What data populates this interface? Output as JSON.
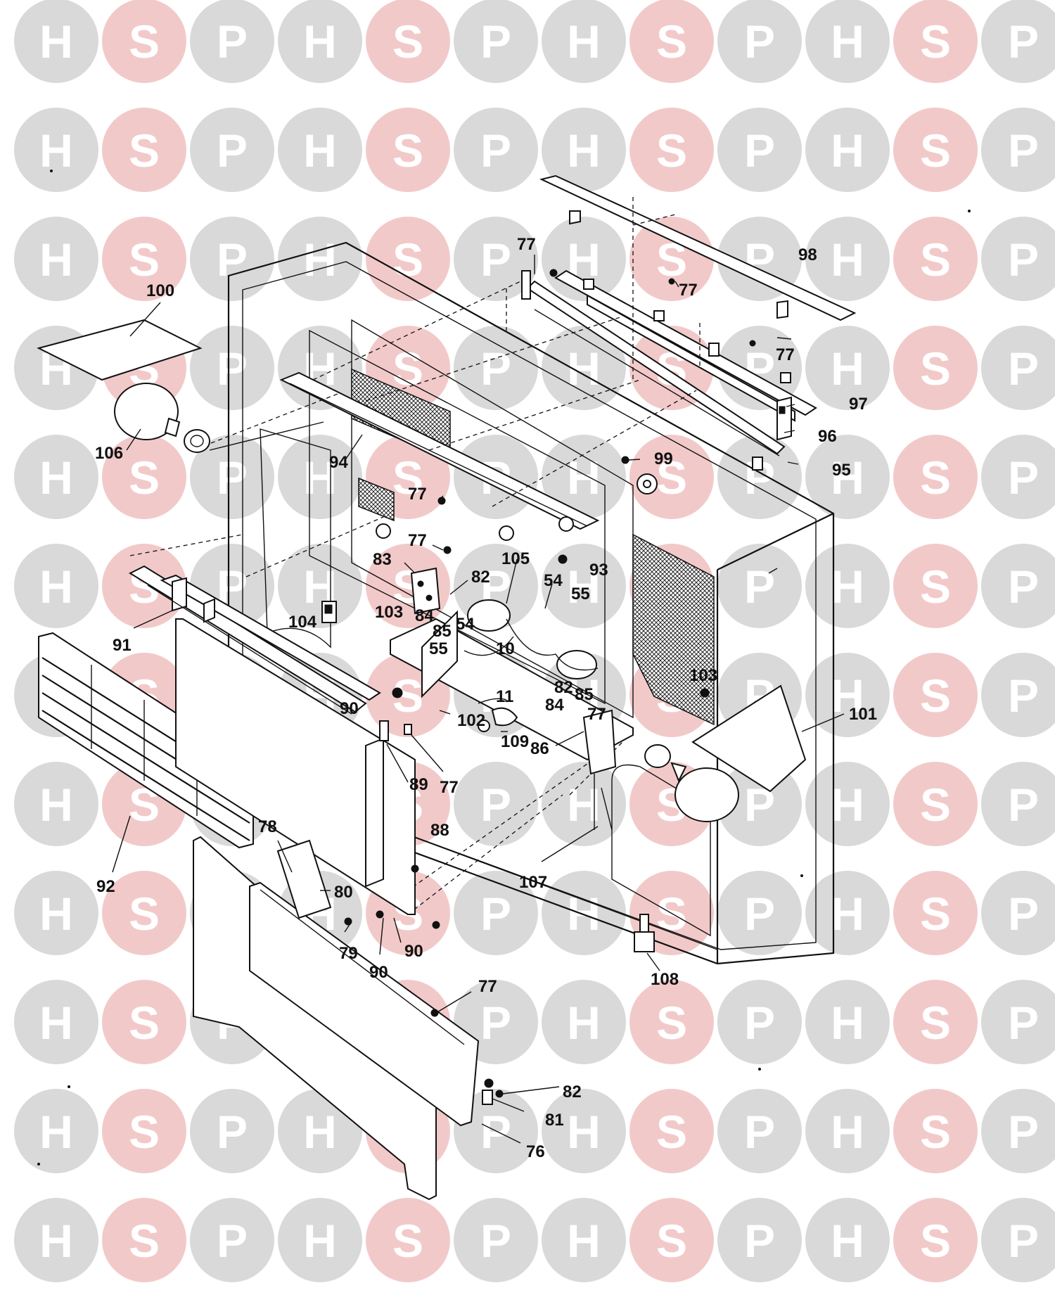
{
  "watermark": {
    "letters": [
      "H",
      "S",
      "P"
    ],
    "colors": {
      "H": "#d9d9d9",
      "S": "#f2c9c9",
      "P": "#d9d9d9"
    }
  },
  "callouts": [
    {
      "id": "c100",
      "text": "100"
    },
    {
      "id": "c106",
      "text": "106"
    },
    {
      "id": "c94",
      "text": "94"
    },
    {
      "id": "c77a",
      "text": "77"
    },
    {
      "id": "c77b",
      "text": "77"
    },
    {
      "id": "c77c",
      "text": "77"
    },
    {
      "id": "c77d",
      "text": "77"
    },
    {
      "id": "c77e",
      "text": "77"
    },
    {
      "id": "c77f",
      "text": "77"
    },
    {
      "id": "c77g",
      "text": "77"
    },
    {
      "id": "c77h",
      "text": "77"
    },
    {
      "id": "c98",
      "text": "98"
    },
    {
      "id": "c97",
      "text": "97"
    },
    {
      "id": "c96",
      "text": "96"
    },
    {
      "id": "c95",
      "text": "95"
    },
    {
      "id": "c99",
      "text": "99"
    },
    {
      "id": "c83",
      "text": "83"
    },
    {
      "id": "c82a",
      "text": "82"
    },
    {
      "id": "c82b",
      "text": "82"
    },
    {
      "id": "c82c",
      "text": "82"
    },
    {
      "id": "c105",
      "text": "105"
    },
    {
      "id": "c54a",
      "text": "54"
    },
    {
      "id": "c54b",
      "text": "54"
    },
    {
      "id": "c93",
      "text": "93"
    },
    {
      "id": "c55a",
      "text": "55"
    },
    {
      "id": "c55b",
      "text": "55"
    },
    {
      "id": "c104",
      "text": "104"
    },
    {
      "id": "c103a",
      "text": "103"
    },
    {
      "id": "c103b",
      "text": "103"
    },
    {
      "id": "c84a",
      "text": "84"
    },
    {
      "id": "c84b",
      "text": "84"
    },
    {
      "id": "c85a",
      "text": "85"
    },
    {
      "id": "c85b",
      "text": "85"
    },
    {
      "id": "c10",
      "text": "10"
    },
    {
      "id": "c11",
      "text": "11"
    },
    {
      "id": "c91",
      "text": "91"
    },
    {
      "id": "c102",
      "text": "102"
    },
    {
      "id": "c109",
      "text": "109"
    },
    {
      "id": "c86",
      "text": "86"
    },
    {
      "id": "c101",
      "text": "101"
    },
    {
      "id": "c90a",
      "text": "90"
    },
    {
      "id": "c90b",
      "text": "90"
    },
    {
      "id": "c90c",
      "text": "90"
    },
    {
      "id": "c89",
      "text": "89"
    },
    {
      "id": "c88",
      "text": "88"
    },
    {
      "id": "c92",
      "text": "92"
    },
    {
      "id": "c78",
      "text": "78"
    },
    {
      "id": "c80",
      "text": "80"
    },
    {
      "id": "c79",
      "text": "79"
    },
    {
      "id": "c107",
      "text": "107"
    },
    {
      "id": "c108",
      "text": "108"
    },
    {
      "id": "c81",
      "text": "81"
    },
    {
      "id": "c76",
      "text": "76"
    }
  ]
}
